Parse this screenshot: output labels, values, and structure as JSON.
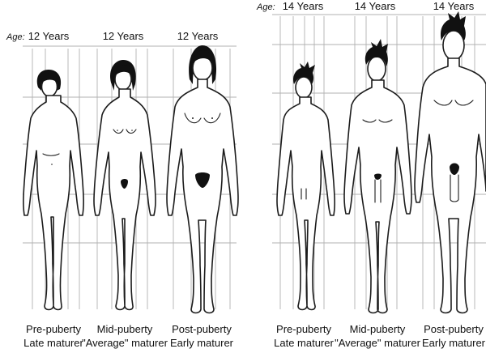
{
  "panels": [
    {
      "age_label": "Age:",
      "figures": [
        {
          "age": "12 Years",
          "stage": "Pre-puberty",
          "maturer": "Late maturer"
        },
        {
          "age": "12 Years",
          "stage": "Mid-puberty",
          "maturer": "\"Average\" maturer"
        },
        {
          "age": "12 Years",
          "stage": "Post-puberty",
          "maturer": "Early maturer"
        }
      ]
    },
    {
      "age_label": "Age:",
      "figures": [
        {
          "age": "14 Years",
          "stage": "Pre-puberty",
          "maturer": "Late maturer"
        },
        {
          "age": "14 Years",
          "stage": "Mid-puberty",
          "maturer": "\"Average\" maturer"
        },
        {
          "age": "14 Years",
          "stage": "Post-puberty",
          "maturer": "Early maturer"
        }
      ]
    }
  ],
  "colors": {
    "line": "#1c1c1c",
    "grid": "#b9b9b9",
    "background": "#ffffff"
  }
}
